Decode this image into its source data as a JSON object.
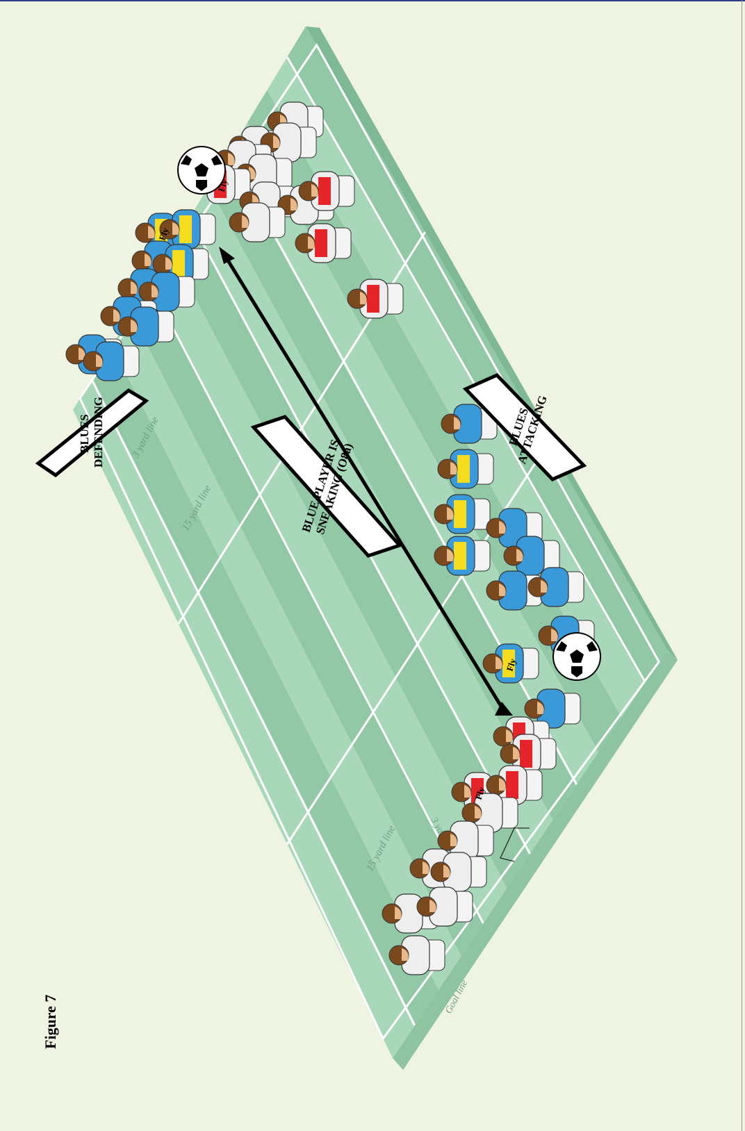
{
  "figure_label": "Figure 7",
  "boxes": {
    "defending": [
      "BLUES",
      "DEFENDING"
    ],
    "attacking": [
      "BLUES",
      "ATTACKING"
    ],
    "sneaking": [
      "BLUE PLAYER IS",
      "SNEAKING (O8a)"
    ]
  },
  "field_labels": {
    "top_3yard": "3 yard line",
    "top_15yard": "15 yard line",
    "bottom_15yard": "15 yard line",
    "bottom_3yard": "3 yard line",
    "bottom_goal": "Goal line"
  },
  "fly_label": "Fly",
  "colors": {
    "background": "#eef3e2",
    "field": "#a8d8b9",
    "field_dark": "#93c8a6",
    "field_edge": "#7fb895",
    "line": "#ffffff",
    "blue": "#3a9ad9",
    "yellow": "#f5dc1e",
    "red": "#e5252a",
    "white_team": "#eeeeee",
    "hair": "#7a4a1e",
    "skin": "#e8b888"
  }
}
